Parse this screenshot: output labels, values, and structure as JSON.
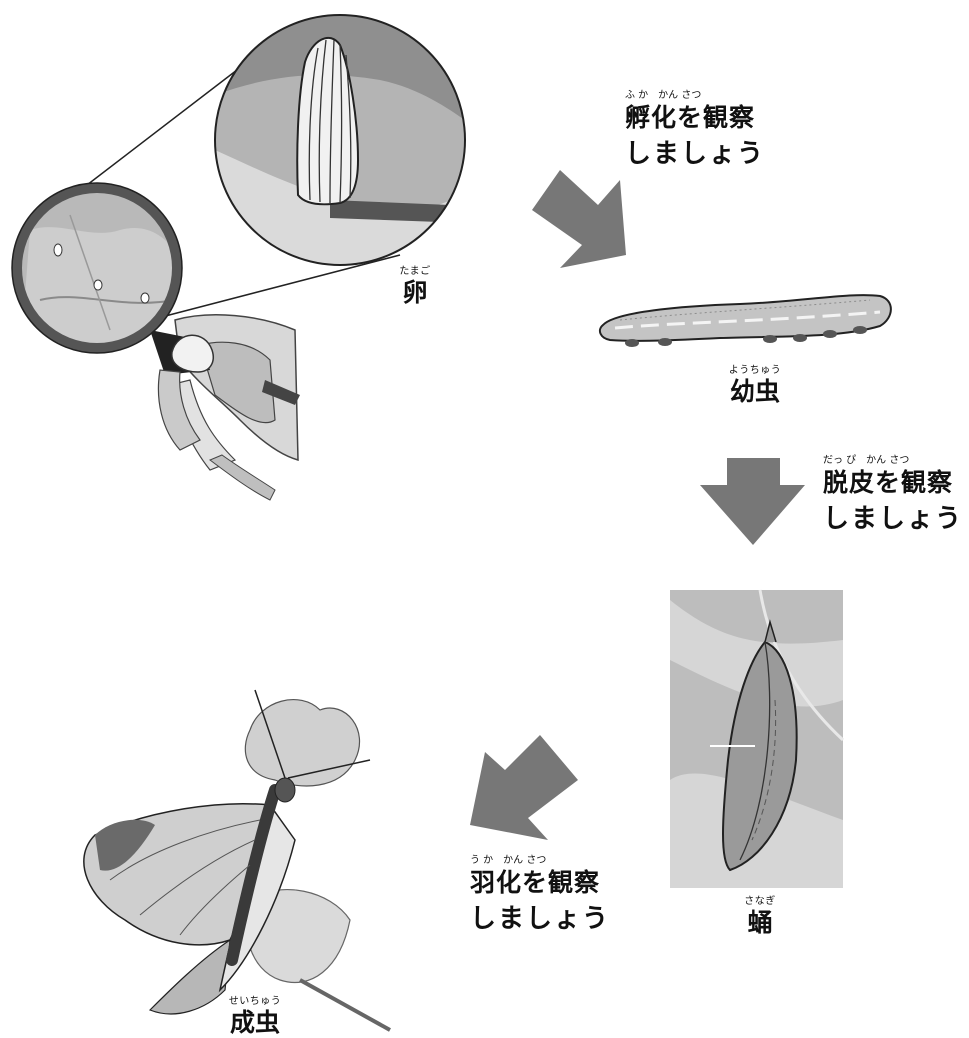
{
  "stages": {
    "egg": {
      "label": "卵",
      "furigana": "たまご"
    },
    "larva": {
      "label": "幼虫",
      "furigana": "ようちゅう"
    },
    "pupa": {
      "label": "蛹",
      "furigana": "さなぎ"
    },
    "adult": {
      "label": "成虫",
      "furigana": "せいちゅう"
    }
  },
  "observations": {
    "hatching": {
      "line1": "孵化を観察",
      "line2": "しましょう",
      "furigana": "ふ か　かん さつ"
    },
    "molting": {
      "line1": "脱皮を観察",
      "line2": "しましょう",
      "furigana": "だっ ぴ　かん さつ"
    },
    "eclosion": {
      "line1": "羽化を観察",
      "line2": "しましょう",
      "furigana": "う か　かん さつ"
    }
  },
  "colors": {
    "arrow": "#777777",
    "outline": "#222222",
    "light_gray": "#d2d2d2",
    "mid_gray": "#a8a8a8",
    "dark_gray": "#6a6a6a"
  }
}
